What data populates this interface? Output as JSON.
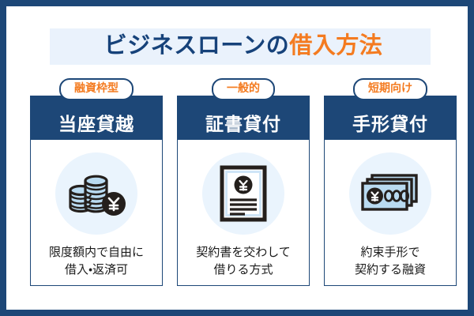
{
  "frame": {
    "border_color": "#1d4777",
    "background": "#ffffff"
  },
  "header": {
    "title_plain": "ビジネスローンの",
    "title_accent": "借入方法",
    "title_full": "ビジネスローンの借入方法",
    "band_color": "#eaf2fc",
    "plain_color": "#16427a",
    "accent_color": "#f47b20"
  },
  "columns": [
    {
      "badge": "融資枠型",
      "title": "当座貸越",
      "icon": "coin-stacks-yen-icon",
      "caption": "限度額内で自由に\n借入・返済可"
    },
    {
      "badge": "一般的",
      "title": "証書貸付",
      "icon": "contract-document-yen-icon",
      "caption": "契約書を交わして\n借りる方式"
    },
    {
      "badge": "短期向け",
      "title": "手形貸付",
      "icon": "banknotes-yen-icon",
      "caption": "約束手形で\n契約する融資"
    }
  ],
  "palette": {
    "navy": "#1d4777",
    "orange": "#f47b20",
    "icon_circle": "#eaf4fd",
    "icon_fill": "#b9daf0",
    "icon_outline": "#241f1c"
  }
}
